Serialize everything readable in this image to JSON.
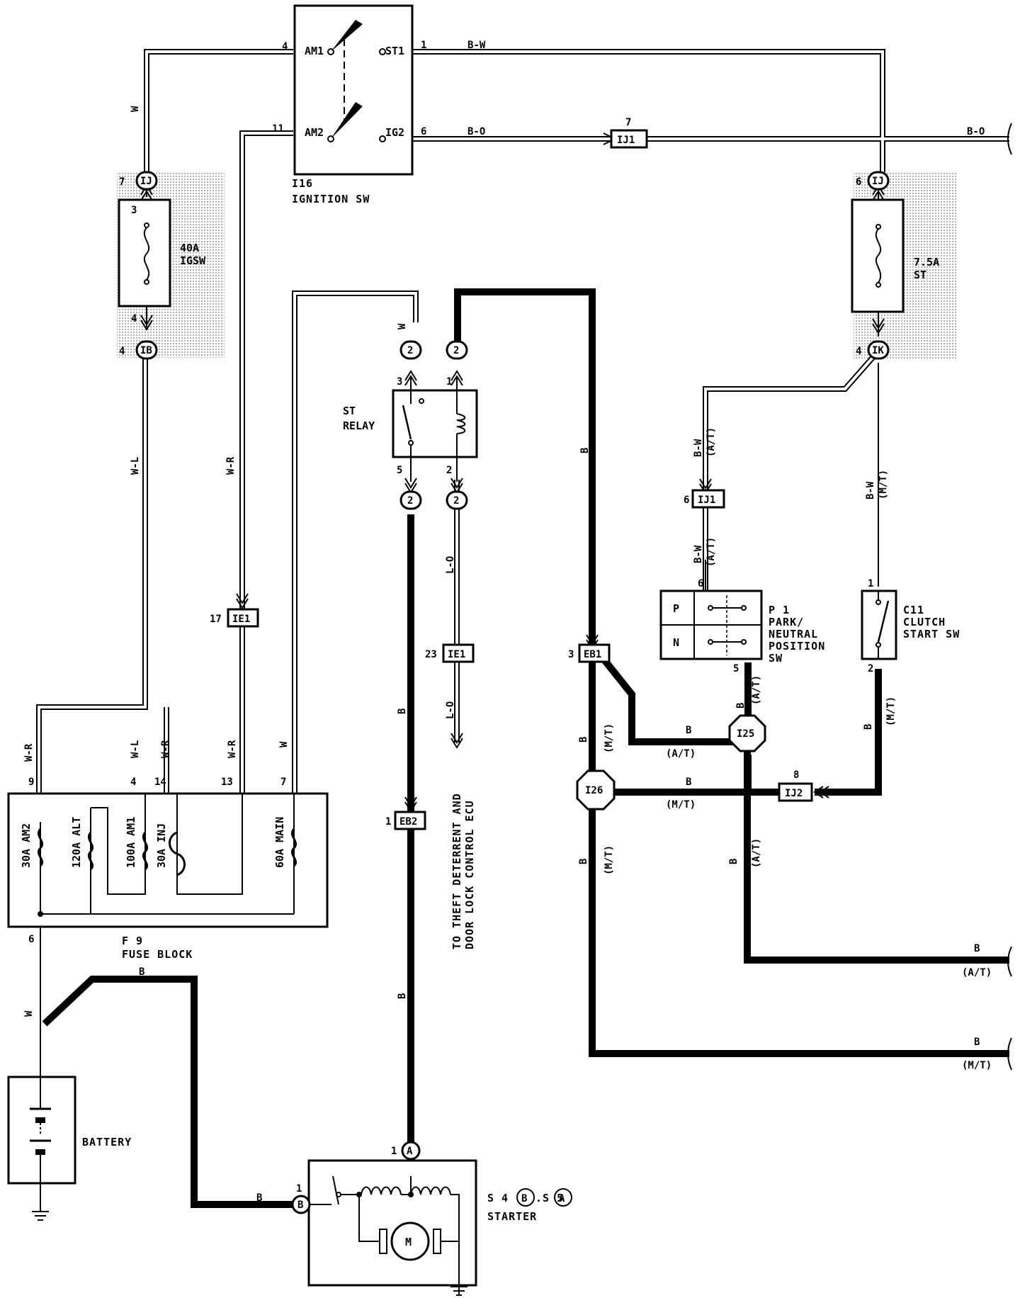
{
  "components": {
    "ignition_sw": {
      "ref": "I16",
      "name": "IGNITION SW",
      "am1": "AM1",
      "am2": "AM2",
      "st1": "ST1",
      "ig2": "IG2"
    },
    "st_relay": {
      "name_line1": "ST",
      "name_line2": "RELAY"
    },
    "fuse_block": {
      "ref": "F 9",
      "name": "FUSE BLOCK",
      "fuses": [
        "30A AM2",
        "120A ALT",
        "100A AM1",
        "30A INJ",
        "60A MAIN"
      ]
    },
    "fuse_igsw": {
      "line1": "40A",
      "line2": "IGSW"
    },
    "fuse_st": {
      "line1": "7.5A",
      "line2": "ST"
    },
    "pn_sw": {
      "ref": "P 1",
      "line1": "PARK/",
      "line2": "NEUTRAL",
      "line3": "POSITION",
      "line4": "SW",
      "p": "P",
      "n": "N"
    },
    "clutch_sw": {
      "ref": "C11",
      "line1": "CLUTCH",
      "line2": "START SW"
    },
    "battery": {
      "name": "BATTERY"
    },
    "starter": {
      "ref": "S 4",
      "ref_b": "B",
      "ref_sep": ".S 5",
      "ref_a": "A",
      "name": "STARTER",
      "motor": "M"
    },
    "ecu_note": {
      "line1": "TO THEFT DETERRENT AND",
      "line2": "DOOR LOCK CONTROL ECU"
    }
  },
  "connectors": {
    "ij_label": "IJ",
    "ib_label": "IB",
    "ik_label": "IK",
    "two": "2",
    "ij1": "IJ1",
    "ij2": "IJ2",
    "ie1": "IE1",
    "eb1": "EB1",
    "eb2": "EB2",
    "i25": "I25",
    "i26": "I26",
    "a": "A",
    "b": "B"
  },
  "wire_colors": {
    "bw": "B-W",
    "bo": "B-O",
    "w": "W",
    "wl": "W-L",
    "wr": "W-R",
    "b": "B",
    "lo": "L-O",
    "at": "(A/T)",
    "mt": "(M/T)"
  },
  "pins": {
    "p1": "1",
    "p2": "2",
    "p3": "3",
    "p4": "4",
    "p5": "5",
    "p6": "6",
    "p7": "7",
    "p8": "8",
    "p9": "9",
    "p11": "11",
    "p13": "13",
    "p14": "14",
    "p17": "17",
    "p23": "23"
  }
}
